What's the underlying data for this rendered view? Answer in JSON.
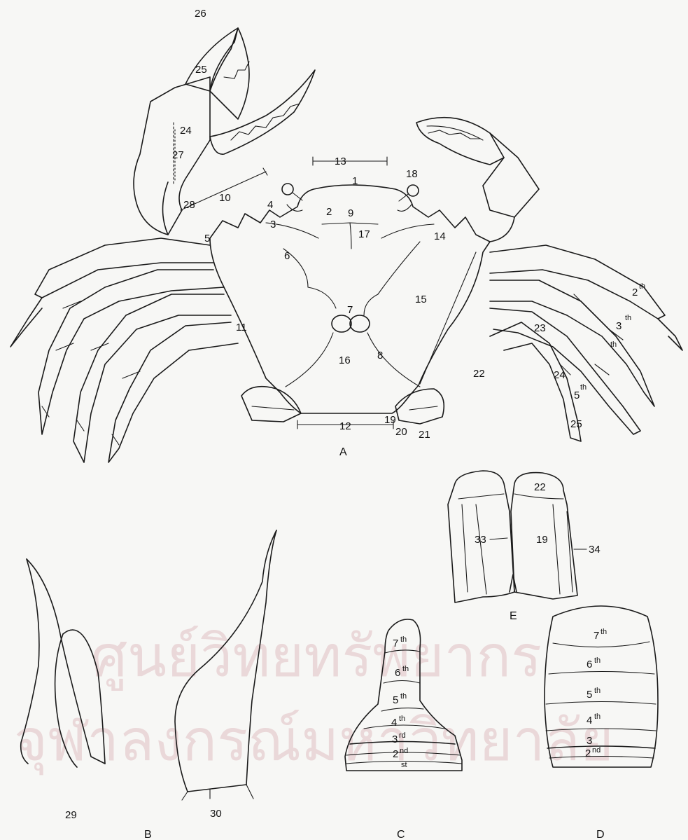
{
  "watermark": {
    "line1": "ศูนย์วิทยทรัพยากร",
    "line2": "จุฬาลงกรณ์มหาวิทยาลัย",
    "tint": "#c98a92"
  },
  "figure_labels": {
    "a": "A",
    "b": "B",
    "c": "C",
    "d": "D",
    "e": "E"
  },
  "parts_a": {
    "n1": "1",
    "n2": "2",
    "n3": "3",
    "n4": "4",
    "n5": "5",
    "n6": "6",
    "n7": "7",
    "n8": "8",
    "n9": "9",
    "n10": "10",
    "n11": "11",
    "n12": "12",
    "n13": "13",
    "n14": "14",
    "n15": "15",
    "n16": "16",
    "n17": "17",
    "n18": "18",
    "n19": "19",
    "n20": "20",
    "n21": "21",
    "n22": "22",
    "n23": "23",
    "n24a": "24",
    "n24b": "24",
    "n25a": "25",
    "n25b": "25",
    "n26": "26",
    "n27": "27",
    "n28": "28"
  },
  "leg_ordinals": {
    "second": "2",
    "third": "3",
    "fifth": "5",
    "suffix": "th"
  },
  "gonopod_labels": {
    "left": "29",
    "right": "30"
  },
  "abdomen_c": [
    {
      "num": "7",
      "sup": "th"
    },
    {
      "num": "6",
      "sup": "th"
    },
    {
      "num": "5",
      "sup": "th"
    },
    {
      "num": "4",
      "sup": "th"
    },
    {
      "num": "3",
      "sup": "rd"
    },
    {
      "num": "2",
      "sup": "nd"
    },
    {
      "num": "",
      "sup": "st"
    }
  ],
  "abdomen_d": [
    {
      "num": "7",
      "sup": "th"
    },
    {
      "num": "6",
      "sup": "th"
    },
    {
      "num": "5",
      "sup": "th"
    },
    {
      "num": "4",
      "sup": "th"
    },
    {
      "num": "3",
      "sup": ""
    },
    {
      "num": "2",
      "sup": "nd"
    }
  ],
  "maxilliped_e": {
    "n22": "22",
    "n33": "33",
    "n19": "19",
    "n34": "34"
  }
}
